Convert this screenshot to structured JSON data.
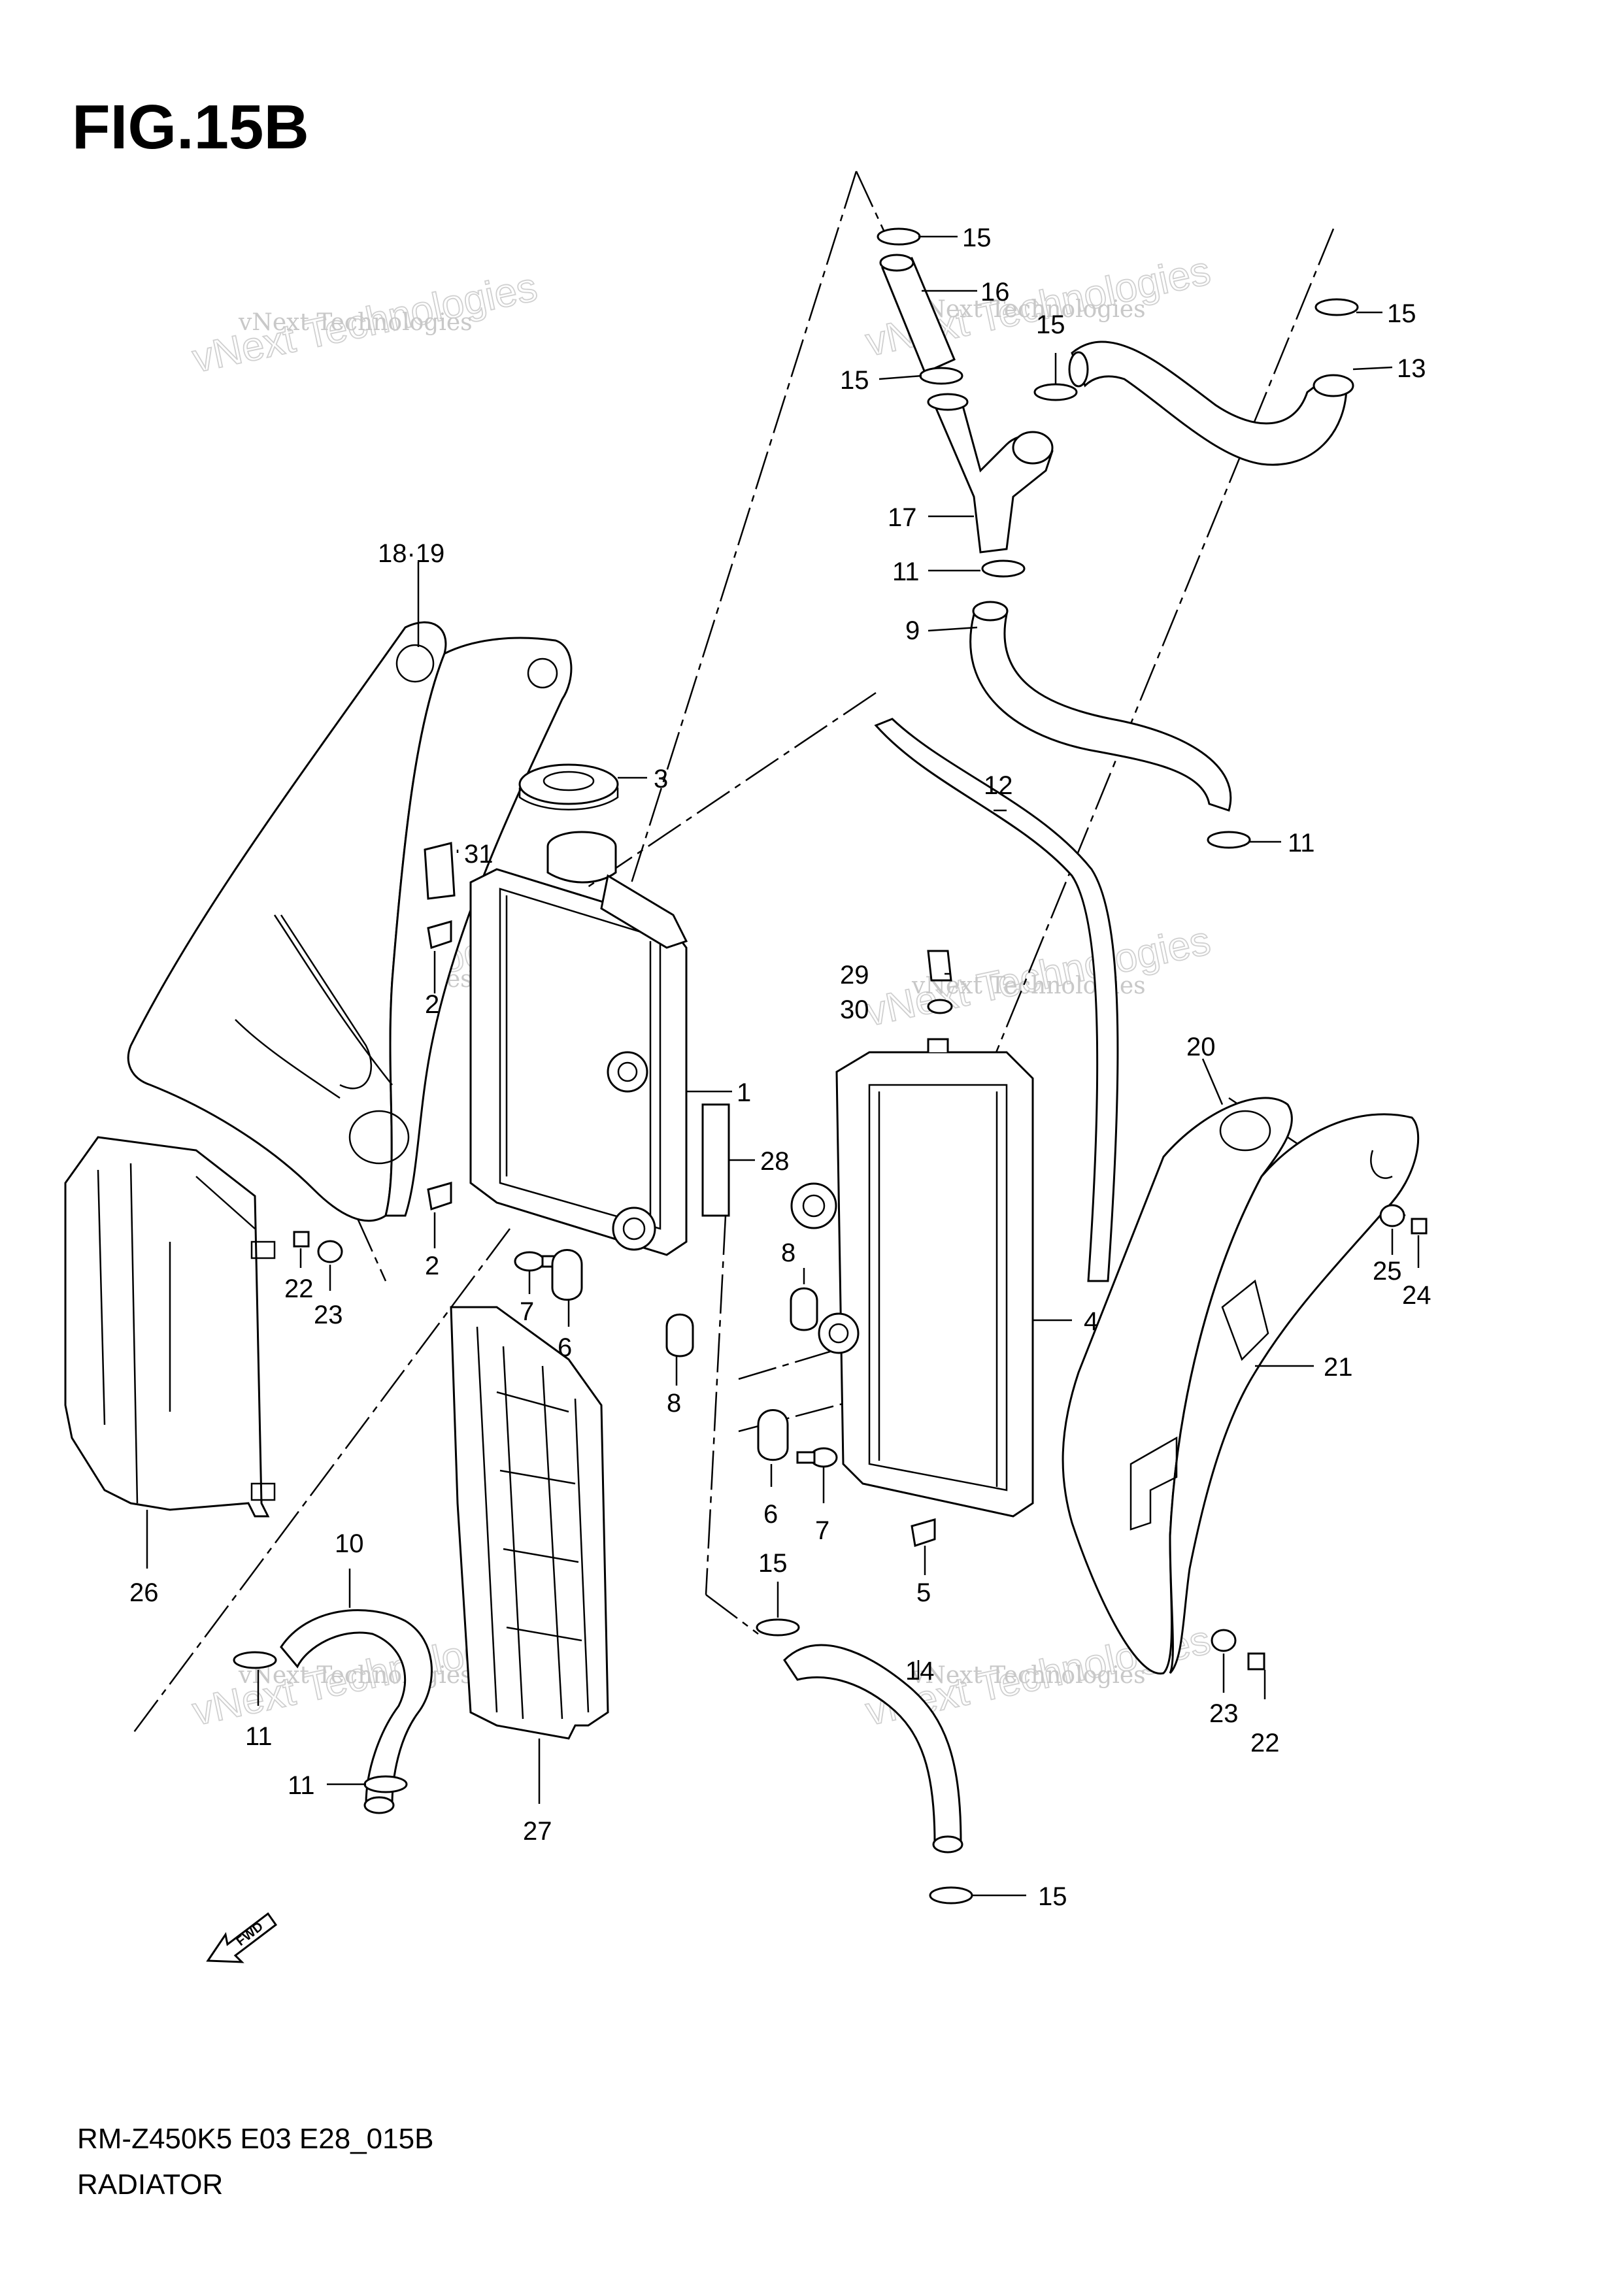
{
  "figure_title": "FIG.15B",
  "model_code": "RM-Z450K5 E03 E28_015B",
  "section_name": "RADIATOR",
  "watermark": "vNext Technologies",
  "fwd_label": "FWD",
  "callouts": {
    "c1": "1",
    "c2a": "2",
    "c2b": "2",
    "c3": "3",
    "c4": "4",
    "c5": "5",
    "c6a": "6",
    "c6b": "6",
    "c7a": "7",
    "c7b": "7",
    "c8a": "8",
    "c8b": "8",
    "c9": "9",
    "c10": "10",
    "c11a": "11",
    "c11b": "11",
    "c11c": "11",
    "c11d": "11",
    "c12": "12",
    "c13": "13",
    "c14": "14",
    "c15a": "15",
    "c15b": "15",
    "c15c": "15",
    "c15d": "15",
    "c15e": "15",
    "c15f": "15",
    "c16": "16",
    "c17": "17",
    "c1819": "18·19",
    "c20": "20",
    "c21": "21",
    "c22a": "22",
    "c22b": "22",
    "c23a": "23",
    "c23b": "23",
    "c24": "24",
    "c25": "25",
    "c26": "26",
    "c27": "27",
    "c28": "28",
    "c29": "29",
    "c30": "30",
    "c31": "31"
  }
}
